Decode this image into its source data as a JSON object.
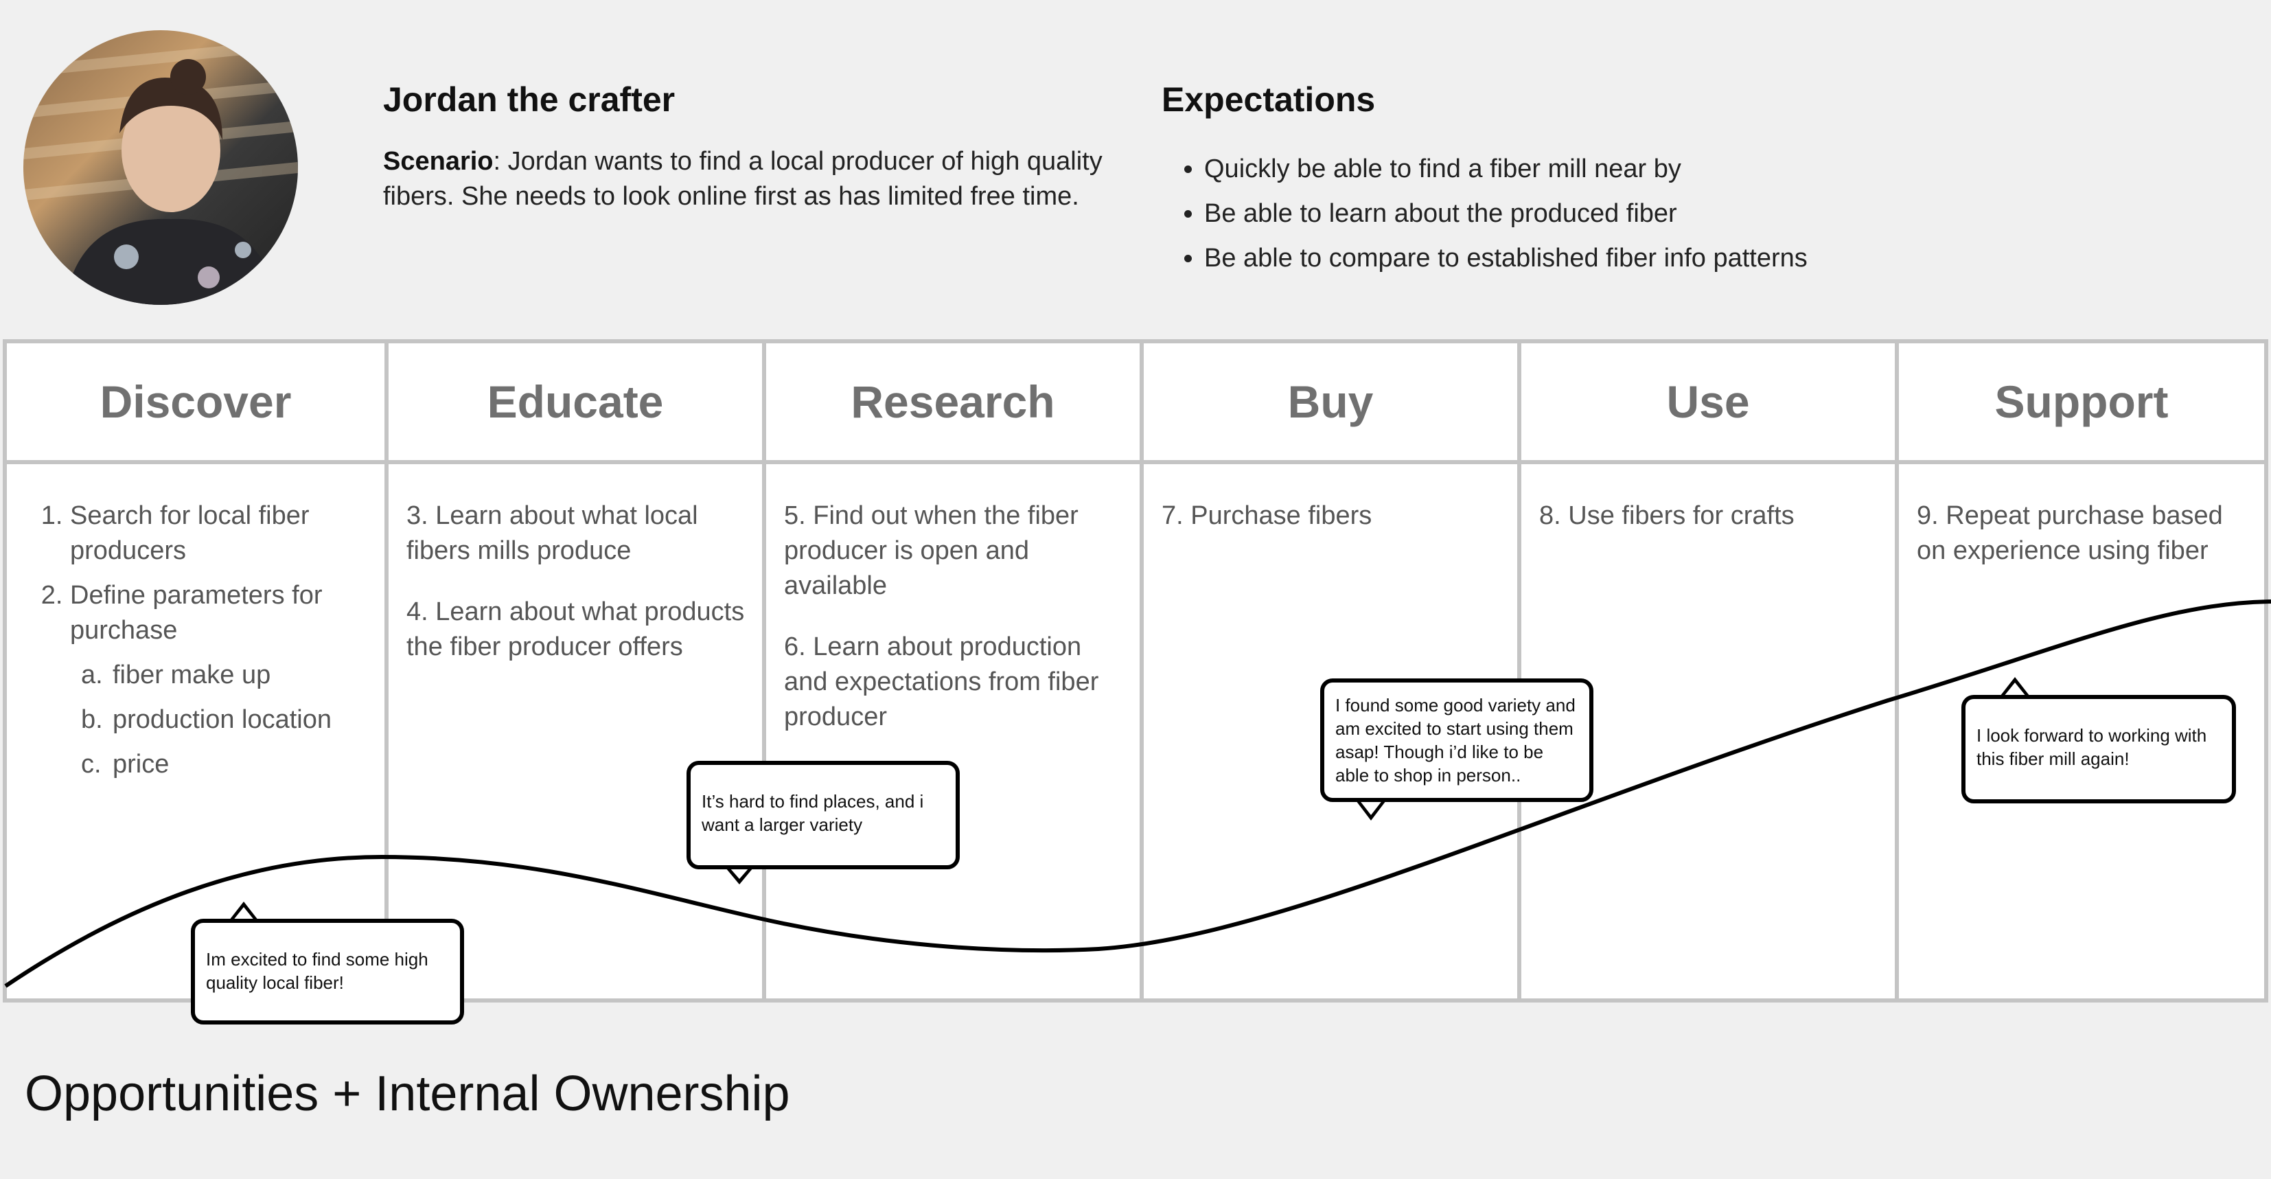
{
  "persona": {
    "name": "Jordan the crafter",
    "scenario_label": "Scenario",
    "scenario_text": ": Jordan wants to find a local producer of high quality fibers. She needs to look online first as has limited free time."
  },
  "expectations": {
    "title": "Expectations",
    "items": [
      "Quickly be able to find a fiber mill near  by",
      "Be able to learn about the produced fiber",
      "Be able to compare to established fiber info patterns"
    ]
  },
  "stages": [
    {
      "title": "Discover"
    },
    {
      "title": "Educate",
      "steps": [
        "3. Learn about what local fibers mills produce",
        "4. Learn about what products the fiber producer offers"
      ]
    },
    {
      "title": "Research",
      "steps": [
        "5. Find out when the fiber producer is open and available",
        "6. Learn about production and expectations from fiber producer"
      ]
    },
    {
      "title": "Buy",
      "steps": [
        "7. Purchase fibers"
      ]
    },
    {
      "title": "Use",
      "steps": [
        "8. Use fibers for crafts"
      ]
    },
    {
      "title": "Support",
      "steps": [
        "9. Repeat purchase based on experience using fiber"
      ]
    }
  ],
  "discover_steps": [
    {
      "text": "Search for local fiber producers"
    },
    {
      "text": "Define parameters for purchase",
      "sub": [
        {
          "mark": "a.",
          "text": "fiber make up"
        },
        {
          "mark": "b.",
          "text": "production location"
        },
        {
          "mark": "c.",
          "text": "price"
        }
      ]
    }
  ],
  "quotes": [
    "Im excited to find some high quality local fiber!",
    "It’s hard to find places, and i want a larger variety",
    "I found some good variety and am excited to start using them asap! Though i’d like to be able to shop in person..",
    "I look forward to working with this fiber mill again!"
  ],
  "footer": {
    "title": "Opportunities + Internal Ownership"
  }
}
